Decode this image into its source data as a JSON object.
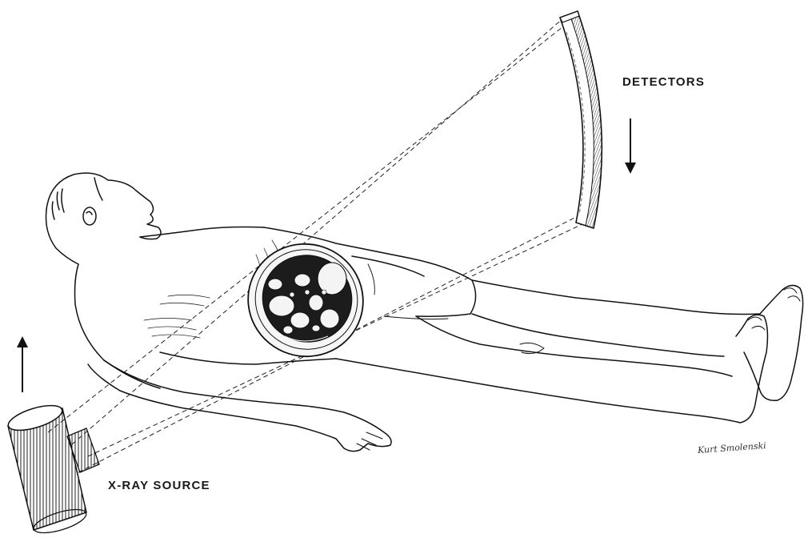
{
  "labels": {
    "detectors": "DETECTORS",
    "xray_source": "X-RAY SOURCE"
  },
  "signature": "Kurt Smolenski",
  "colors": {
    "ink": "#1a1a1a",
    "background": "#ffffff",
    "cross_section_dark": "#1c1c1c"
  },
  "icons": {
    "detector_arrow": "down-arrow-icon",
    "source_arrow": "up-arrow-icon"
  }
}
